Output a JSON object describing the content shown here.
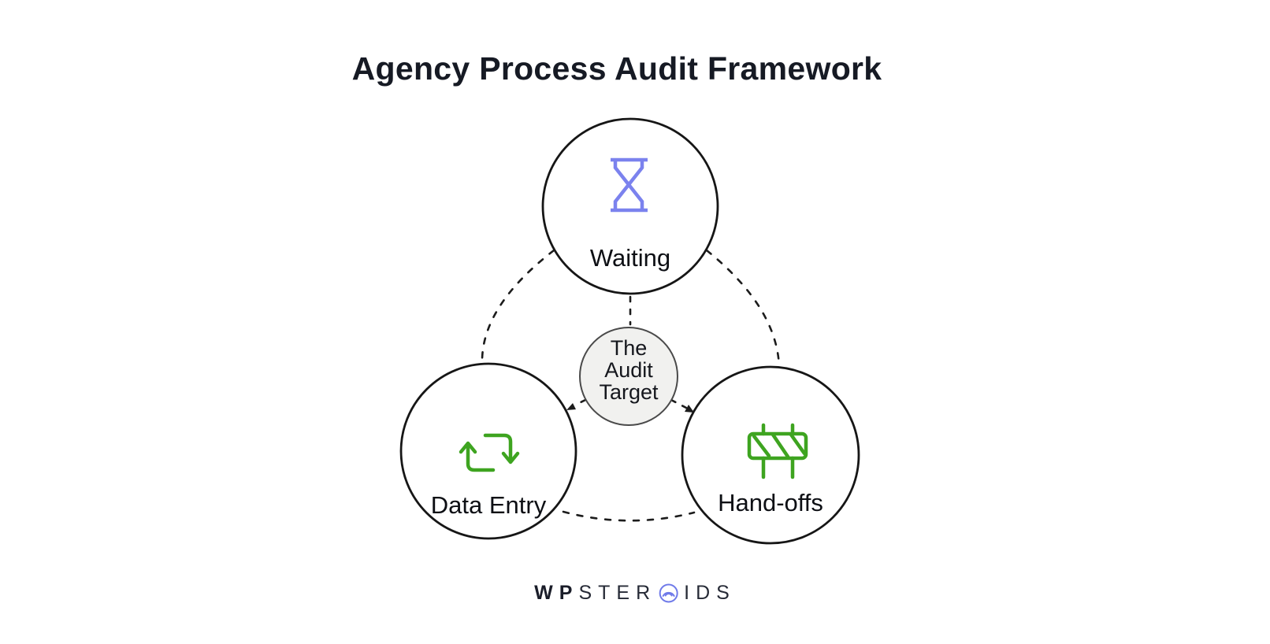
{
  "title": "Agency Process Audit Framework",
  "diagram": {
    "center_node": {
      "lines": [
        "The",
        "Audit",
        "Target"
      ]
    },
    "nodes": {
      "waiting": {
        "label": "Waiting",
        "icon": "hourglass-icon"
      },
      "data_entry": {
        "label": "Data Entry",
        "icon": "repeat-arrows-icon"
      },
      "hand_offs": {
        "label": "Hand-offs",
        "icon": "barrier-icon"
      }
    },
    "edges": [
      {
        "from": "audit-target",
        "to": "waiting",
        "style": "dashed-line"
      },
      {
        "from": "audit-target",
        "to": "data-entry",
        "style": "dashed-arrow"
      },
      {
        "from": "audit-target",
        "to": "hand-offs",
        "style": "dashed-arrow"
      },
      {
        "from": "waiting",
        "to": "data-entry",
        "style": "dashed-arc"
      },
      {
        "from": "waiting",
        "to": "hand-offs",
        "style": "dashed-arc"
      },
      {
        "from": "data-entry",
        "to": "hand-offs",
        "style": "dashed-arc"
      }
    ]
  },
  "logo": {
    "part_bold": "WP",
    "part_mid": "STER",
    "part_end": "IDS"
  },
  "colors": {
    "ink": "#161a24",
    "icon_purple": "#7b82ee",
    "icon_green": "#3ea420",
    "logo_accent": "#6f7ae9",
    "center_fill": "#f1f1ef",
    "edge": "#1c1c1c"
  }
}
